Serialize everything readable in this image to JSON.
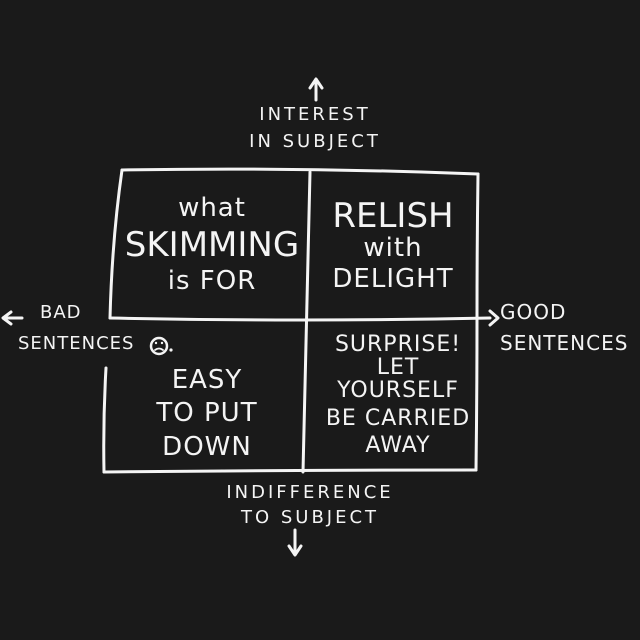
{
  "axes": {
    "top_line1": "INTEREST",
    "top_line2": "IN SUBJECT",
    "bottom_line1": "INDIFFERENCE",
    "bottom_line2": "TO SUBJECT",
    "left_line1": "BAD",
    "left_line2": "SENTENCES",
    "right_line1": "GOOD",
    "right_line2": "SENTENCES"
  },
  "quadrants": {
    "top_left": [
      "what",
      "SKIMMING",
      "is FOR"
    ],
    "top_right": [
      "RELISH",
      "with",
      "DELIGHT"
    ],
    "bottom_left": [
      "EASY",
      "TO PUT",
      "DOWN"
    ],
    "bottom_right": [
      "SURPRISE!",
      "LET",
      "YOURSELF",
      "BE CARRIED",
      "AWAY"
    ]
  },
  "icons": [
    "up-arrow-icon",
    "down-arrow-icon",
    "left-arrow-icon",
    "right-arrow-icon",
    "sad-face-icon"
  ]
}
